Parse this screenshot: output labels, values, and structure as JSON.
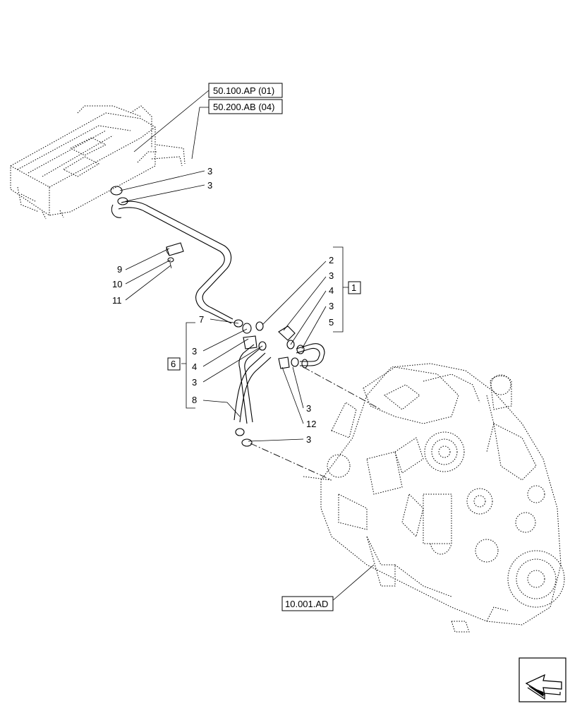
{
  "references": {
    "ref_top1": "50.100.AP (01)",
    "ref_top2": "50.200.AB (04)",
    "ref_bottom": "10.001.AD"
  },
  "groups": {
    "group1": "1",
    "group6": "6"
  },
  "callouts": {
    "c_3_a": "3",
    "c_3_b": "3",
    "c_9": "9",
    "c_10": "10",
    "c_11": "11",
    "c_2": "2",
    "c_3_c": "3",
    "c_4_a": "4",
    "c_3_d": "3",
    "c_5": "5",
    "c_7": "7",
    "c_3_e": "3",
    "c_4_b": "4",
    "c_3_f": "3",
    "c_8": "8",
    "c_3_g": "3",
    "c_12": "12",
    "c_3_h": "3"
  },
  "icons": {
    "nav": "arrow-nav-icon"
  }
}
